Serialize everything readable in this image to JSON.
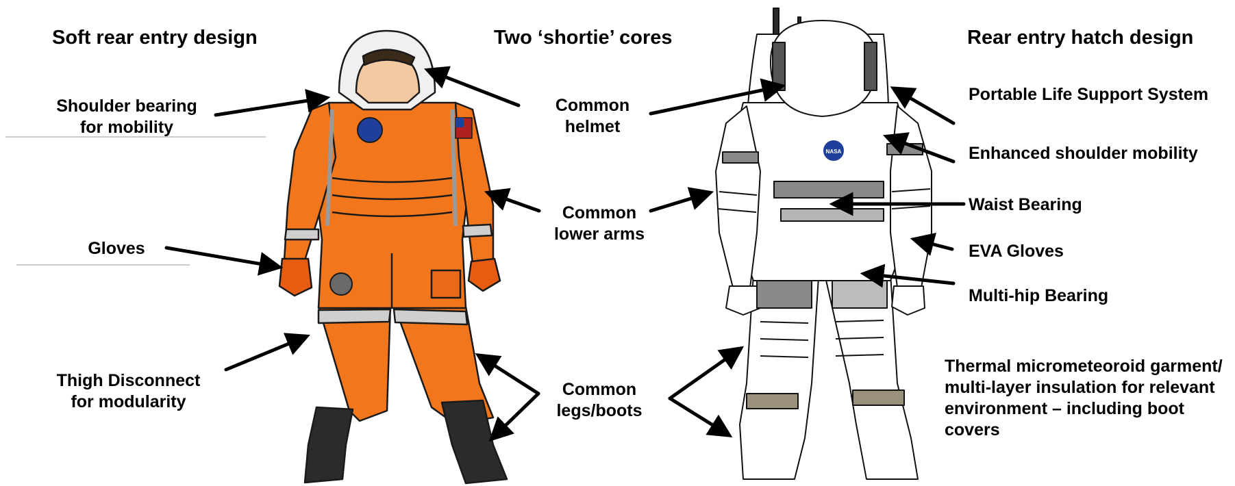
{
  "headings": {
    "soft_rear": "Soft rear entry design",
    "shortie": "Two ‘shortie’ cores",
    "rear_hatch": "Rear entry hatch design"
  },
  "left_callouts": {
    "shoulder_1": "Shoulder bearing",
    "shoulder_2": "for mobility",
    "gloves": "Gloves",
    "thigh_1": "Thigh Disconnect",
    "thigh_2": "for modularity"
  },
  "center_callouts": {
    "helmet_1": "Common",
    "helmet_2": "helmet",
    "arms_1": "Common",
    "arms_2": "lower arms",
    "legs_1": "Common",
    "legs_2": "legs/boots"
  },
  "right_callouts": {
    "plss": "Portable Life Support System",
    "shoulder": "Enhanced shoulder mobility",
    "waist": "Waist Bearing",
    "eva_gloves": "EVA Gloves",
    "hip": "Multi-hip Bearing",
    "thermal_1": "Thermal micrometeoroid garment/",
    "thermal_2": "multi-layer insulation for relevant",
    "thermal_3": "environment – including boot",
    "thermal_4": "covers"
  },
  "logo_text": "NASA",
  "colors": {
    "orange_suit": "#f2761c",
    "white_suit": "#ffffff",
    "arrow": "#000000",
    "boot": "#2b2b2b"
  }
}
